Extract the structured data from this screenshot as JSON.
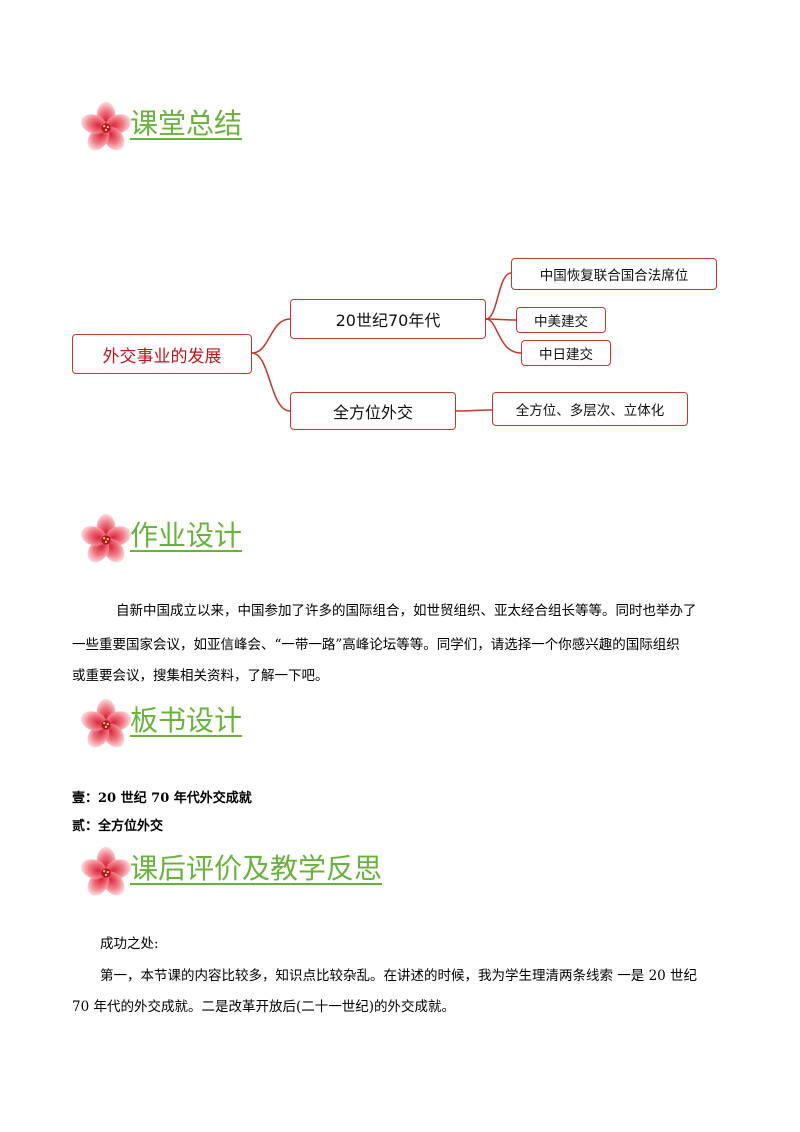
{
  "headings": {
    "summary": "课堂总结",
    "homework": "作业设计",
    "board": "板书设计",
    "reflection": "课后评价及教学反思"
  },
  "mindmap": {
    "root": "外交事业的发展",
    "branch_70s": "20世纪70年代",
    "branch_all": "全方位外交",
    "leaf_un": "中国恢复联合国合法席位",
    "leaf_us": "中美建交",
    "leaf_jp": "中日建交",
    "leaf_all": "全方位、多层次、立体化"
  },
  "homework": {
    "line1": "自新中国成立以来，中国参加了许多的国际组合，如世贸组织、亚太经合组长等等。同时也举办了",
    "line2": "一些重要国家会议，如亚信峰会、“一带一路”高峰论坛等等。同学们，请选择一个你感兴趣的国际组织",
    "line3": "或重要会议，搜集相关资料，了解一下吧。"
  },
  "board": {
    "item1": "壹：20 世纪 70 年代外交成就",
    "item2": "贰：全方位外交"
  },
  "reflection": {
    "lead": "成功之处:",
    "line1": "第一，本节课的内容比较多，知识点比较杂乱。在讲述的时候，我为学生理清两条线索 一是 20 世纪",
    "line2": "70 年代的外交成就。二是改革开放后(二十一世纪)的外交成就。"
  },
  "icons": [
    "flower-icon"
  ],
  "colors": {
    "heading": "#6ab23e",
    "node_border": "#c0392b",
    "root_text": "#c0141c"
  }
}
